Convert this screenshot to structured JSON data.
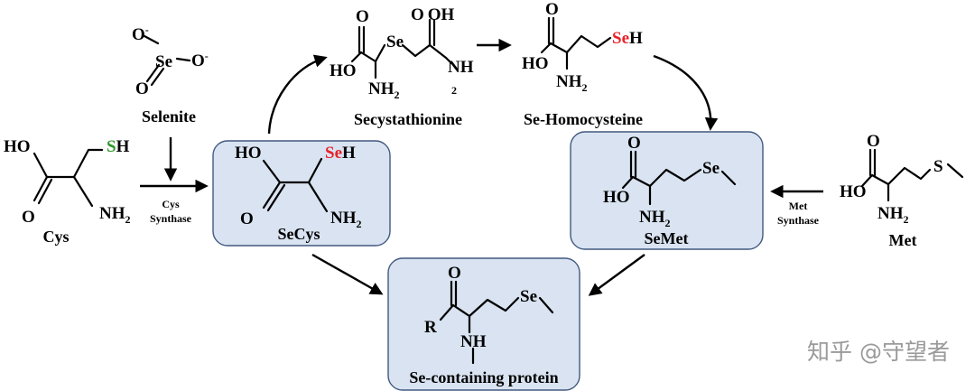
{
  "colors": {
    "selenium": "#e8232a",
    "sulfur": "#2e9a2a",
    "box_fill": "#d9e3f1",
    "box_stroke": "#41587f"
  },
  "compounds": {
    "selenite": {
      "name": "Selenite",
      "se": "Se",
      "o": "O",
      "minus": "-"
    },
    "cys": {
      "name": "Cys",
      "ho": "HO",
      "o": "O",
      "s": "S",
      "h": "H",
      "nh": "NH",
      "two": "2"
    },
    "secys": {
      "name": "SeCys",
      "ho": "HO",
      "o": "O",
      "se": "Se",
      "h": "H",
      "nh": "NH",
      "two": "2"
    },
    "secystathionine": {
      "name": "Secystathionine",
      "o": "O",
      "oh": "OH",
      "ho": "HO",
      "se": "Se",
      "nh": "NH",
      "n": "N",
      "h": "H",
      "two": "2"
    },
    "se_homocysteine": {
      "name": "Se-Homocysteine",
      "o": "O",
      "ho": "HO",
      "se": "Se",
      "h": "H",
      "nh": "NH",
      "two": "2"
    },
    "semet": {
      "name": "SeMet",
      "o": "O",
      "ho": "HO",
      "se": "Se",
      "nh": "NH",
      "two": "2"
    },
    "met": {
      "name": "Met",
      "o": "O",
      "ho": "HO",
      "s": "S",
      "nh": "NH",
      "two": "2"
    },
    "se_protein": {
      "name": "Se-containing protein",
      "o": "O",
      "r": "R",
      "se": "Se",
      "nh": "NH"
    }
  },
  "enzymes": {
    "cys_synthase": {
      "line1": "Cys",
      "line2": "Synthase"
    },
    "met_synthase": {
      "line1": "Met",
      "line2": "Synthase"
    }
  },
  "watermark": "知乎 @守望者"
}
